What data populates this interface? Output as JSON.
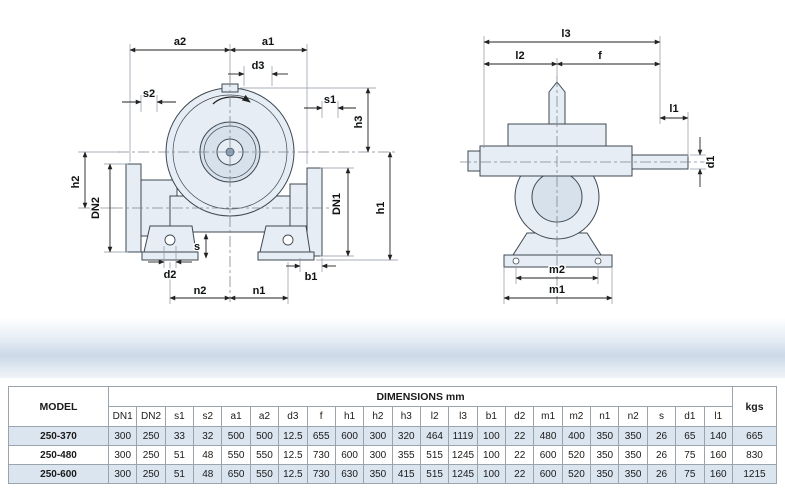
{
  "diagram": {
    "left_view": {
      "a2": "a2",
      "a1": "a1",
      "d3": "d3",
      "s2": "s2",
      "s1": "s1",
      "h3": "h3",
      "h2": "h2",
      "h1": "h1",
      "dn2": "DN2",
      "dn1": "DN1",
      "s": "s",
      "d2": "d2",
      "b1": "b1",
      "n2": "n2",
      "n1": "n1"
    },
    "right_view": {
      "l3": "l3",
      "l2": "l2",
      "f": "f",
      "l1": "l1",
      "d1": "d1",
      "m2": "m2",
      "m1": "m1"
    }
  },
  "table": {
    "model_header": "MODEL",
    "dimensions_header": "DIMENSIONS mm",
    "kgs_header": "kgs",
    "columns": [
      "DN1",
      "DN2",
      "s1",
      "s2",
      "a1",
      "a2",
      "d3",
      "f",
      "h1",
      "h2",
      "h3",
      "l2",
      "l3",
      "b1",
      "d2",
      "m1",
      "m2",
      "n1",
      "n2",
      "s",
      "d1",
      "l1"
    ],
    "rows": [
      {
        "model": "250-370",
        "values": [
          300,
          250,
          33,
          32,
          500,
          500,
          12.5,
          655,
          600,
          300,
          320,
          464,
          1119,
          100,
          22,
          480,
          400,
          350,
          350,
          26,
          65,
          140
        ],
        "kgs": 665
      },
      {
        "model": "250-480",
        "values": [
          300,
          250,
          51,
          48,
          550,
          550,
          12.5,
          730,
          600,
          300,
          355,
          515,
          1245,
          100,
          22,
          600,
          520,
          350,
          350,
          26,
          75,
          160
        ],
        "kgs": 830
      },
      {
        "model": "250-600",
        "values": [
          300,
          250,
          51,
          48,
          650,
          550,
          12.5,
          730,
          630,
          350,
          415,
          515,
          1245,
          100,
          22,
          600,
          520,
          350,
          350,
          26,
          75,
          160
        ],
        "kgs": 1215
      }
    ]
  },
  "colors": {
    "row_alt": "#dbe5f0",
    "part_fill": "#e7edf4",
    "line": "#3d4852"
  }
}
